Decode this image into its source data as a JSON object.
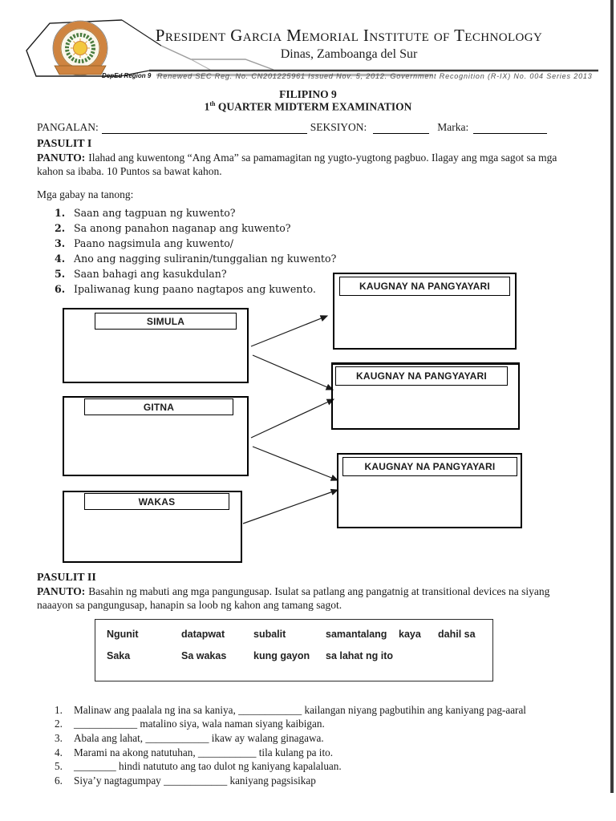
{
  "header": {
    "school_name": "President Garcia Memorial Institute of Technology",
    "school_location": "Dinas, Zamboanga del Sur",
    "deped_region": "DepEd Region 9",
    "registration_line": "Renewed SEC Reg. No. CN201225961 Issued Nov. 5, 2012. Government Recognition (R-IX) No. 004 Series 2013",
    "logo_colors": {
      "ring": "#cf8440",
      "wreath": "#4a7c3f",
      "sun": "#f3c83d"
    }
  },
  "exam": {
    "subject": "FILIPINO 9",
    "quarter_number": "1",
    "quarter_ordinal": "th",
    "title_rest": " QUARTER MIDTERM EXAMINATION"
  },
  "name_row": {
    "pangalan_label": "PANGALAN:",
    "seksiyon_label": "SEKSIYON:",
    "marka_label": "Marka:"
  },
  "pasulit1": {
    "heading": "PASULIT I",
    "panuto_label": "PANUTO:",
    "panuto_text": "Ilahad ang kuwentong “Ang Ama” sa pamamagitan ng yugto-yugtong pagbuo. Ilagay ang mga sagot sa mga kahon sa ibaba. 10 Puntos sa bawat kahon.",
    "guide_intro": "Mga gabay na tanong:",
    "questions": [
      {
        "num": "1.",
        "text": "Saan ang tagpuan ng kuwento?"
      },
      {
        "num": "2.",
        "text": "Sa anong panahon naganap ang kuwento?"
      },
      {
        "num": "3.",
        "text": "Paano nagsimula ang kuwento/"
      },
      {
        "num": "4.",
        "text": "Ano ang nagging suliranin/tunggalian ng kuwento?"
      },
      {
        "num": "5.",
        "text": "Saan bahagi ang kasukdulan?"
      },
      {
        "num": "6.",
        "text": "Ipaliwanag kung paano nagtapos ang kuwento."
      }
    ]
  },
  "diagram": {
    "left_boxes": [
      "SIMULA",
      "GITNA",
      "WAKAS"
    ],
    "right_boxes": [
      "KAUGNAY NA PANGYAYARI",
      "KAUGNAY NA PANGYAYARI",
      "KAUGNAY NA PANGYAYARI"
    ]
  },
  "pasulit2": {
    "heading": "PASULIT II",
    "panuto_label": "PANUTO:",
    "panuto_text": "Basahin ng mabuti ang mga pangungusap. Isulat sa patlang ang pangatnig at transitional devices na siyang naaayon sa pangungusap, hanapin sa loob ng kahon ang tamang sagot.",
    "word_bank": {
      "row1": [
        "Ngunit",
        "datapwat",
        "subalit",
        "samantalang",
        "kaya",
        "dahil sa"
      ],
      "row2": [
        "Saka",
        "Sa wakas",
        "kung gayon",
        "sa lahat ng ito"
      ]
    },
    "sentences": [
      {
        "num": "1.",
        "text": "Malinaw ang paalala ng ina sa kaniya, ____________ kailangan niyang pagbutihin ang kaniyang pag-aaral"
      },
      {
        "num": "2.",
        "text": "____________ matalino siya, wala naman siyang kaibigan."
      },
      {
        "num": "3.",
        "text": "____________ ikaw ay walang ginagawa."
      },
      {
        "num": "3_prefix",
        "text": "Abala ang lahat, "
      },
      {
        "num": "4.",
        "text": "Marami na akong natutuhan, ___________ tila kulang pa ito."
      },
      {
        "num": "5.",
        "text": "________ hindi natututo ang tao dulot ng kaniyang kapalaluan."
      },
      {
        "num": "6.",
        "text": "Siya’y nagtagumpay ____________ kaniyang pagsisikap"
      }
    ],
    "sentence_rows": [
      {
        "num": "1.",
        "text": "Malinaw ang paalala ng ina sa kaniya, ____________ kailangan niyang pagbutihin ang kaniyang pag-aaral"
      },
      {
        "num": "2.",
        "text": "____________ matalino siya, wala naman siyang kaibigan."
      },
      {
        "num": "3.",
        "text": "Abala ang lahat, ____________ ikaw ay walang ginagawa."
      },
      {
        "num": "4.",
        "text": "Marami na akong natutuhan, ___________ tila kulang pa ito."
      },
      {
        "num": "5.",
        "text": "________ hindi natututo ang tao dulot ng kaniyang kapalaluan."
      },
      {
        "num": "6.",
        "text": "Siya’y nagtagumpay ____________ kaniyang pagsisikap"
      }
    ]
  }
}
